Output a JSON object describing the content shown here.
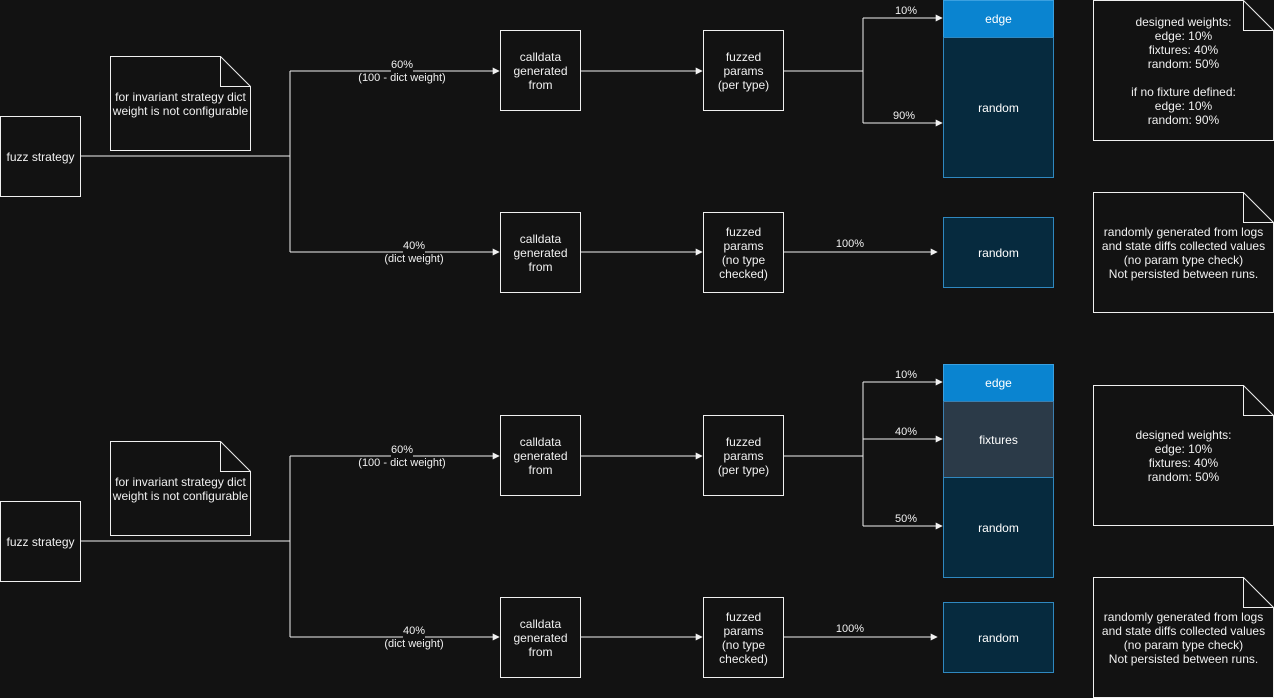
{
  "diagrams": [
    {
      "strategy_label": "fuzz strategy",
      "note_label": "for invariant strategy dict\nweight is not configurable",
      "branch_top": {
        "percent": "60%",
        "detail": "(100 - dict weight)"
      },
      "branch_bottom": {
        "percent": "40%",
        "detail": "(dict weight)"
      },
      "calldata_top": "calldata\ngenerated\nfrom",
      "calldata_bottom": "calldata\ngenerated\nfrom",
      "params_top": "fuzzed\nparams\n(per type)",
      "params_bottom": "fuzzed\nparams\n(no type\nchecked)",
      "outputs": [
        {
          "name": "edge",
          "percent": "10%",
          "weight": 10
        },
        {
          "name": "random",
          "percent": "90%",
          "weight": 90
        }
      ],
      "dict_output": {
        "name": "random",
        "percent": "100%"
      },
      "weights_note": "designed weights:\nedge: 10%\nfixtures: 40%\nrandom: 50%\n\nif no fixture defined:\nedge: 10%\nrandom: 90%",
      "dict_note": "randomly generated from logs\nand state diffs collected values\n(no param type check)\nNot persisted between runs."
    },
    {
      "strategy_label": "fuzz strategy",
      "note_label": "for invariant strategy dict\nweight is not configurable",
      "branch_top": {
        "percent": "60%",
        "detail": "(100 - dict weight)"
      },
      "branch_bottom": {
        "percent": "40%",
        "detail": "(dict weight)"
      },
      "calldata_top": "calldata\ngenerated\nfrom",
      "calldata_bottom": "calldata\ngenerated\nfrom",
      "params_top": "fuzzed\nparams\n(per type)",
      "params_bottom": "fuzzed\nparams\n(no type\nchecked)",
      "outputs": [
        {
          "name": "edge",
          "percent": "10%",
          "weight": 10
        },
        {
          "name": "fixtures",
          "percent": "40%",
          "weight": 40
        },
        {
          "name": "random",
          "percent": "50%",
          "weight": 50
        }
      ],
      "dict_output": {
        "name": "random",
        "percent": "100%"
      },
      "weights_note": "designed weights:\nedge: 10%\nfixtures: 40%\nrandom: 50%",
      "dict_note": "randomly generated from logs\nand state diffs collected values\n(no param type check)\nNot persisted between runs."
    }
  ],
  "colors": {
    "background": "#121212",
    "stroke": "#f0f0f0",
    "edge_fill": "#0a84d0",
    "fixtures_fill": "#2b3a48",
    "random_fill": "#062a3e"
  }
}
